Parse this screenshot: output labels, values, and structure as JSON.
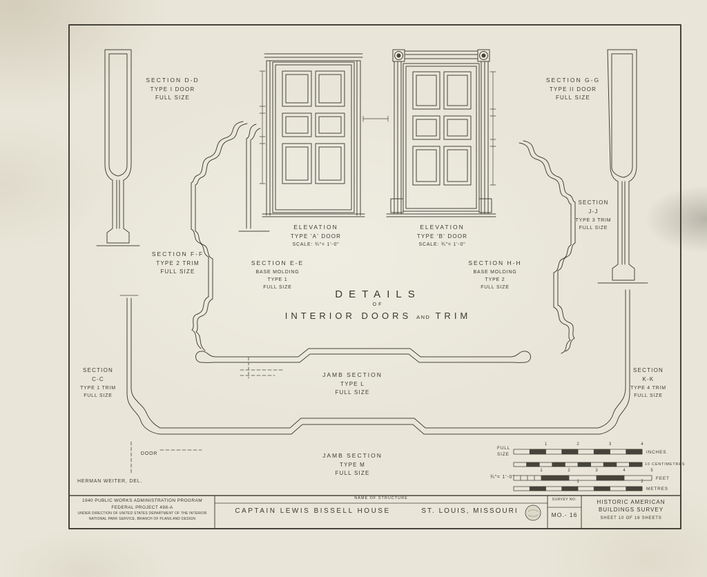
{
  "annotations": {
    "section_dd": [
      "SECTION  D-D",
      "TYPE I DOOR",
      "FULL SIZE"
    ],
    "section_gg": [
      "SECTION  G-G",
      "TYPE II DOOR",
      "FULL SIZE"
    ],
    "elevation_a": [
      "ELEVATION",
      "TYPE 'A' DOOR",
      "SCALE: ¾\"= 1'-0\""
    ],
    "elevation_b": [
      "ELEVATION",
      "TYPE 'B' DOOR",
      "SCALE: ¾\"= 1'-0\""
    ],
    "section_ff": [
      "SECTION  F-F",
      "TYPE 2 TRIM",
      "FULL SIZE"
    ],
    "section_ee": [
      "SECTION E-E",
      "BASE MOLDING",
      "TYPE 1",
      "FULL SIZE"
    ],
    "section_hh": [
      "SECTION H-H",
      "BASE MOLDING",
      "TYPE 2",
      "FULL SIZE"
    ],
    "section_jj": [
      "SECTION",
      "J-J",
      "TYPE 3 TRIM",
      "FULL SIZE"
    ],
    "section_cc": [
      "SECTION",
      "C-C",
      "TYPE 1 TRIM",
      "FULL SIZE"
    ],
    "section_kk": [
      "SECTION",
      "K-K",
      "TYPE 4 TRIM",
      "FULL SIZE"
    ],
    "jamb_l": [
      "JAMB SECTION",
      "TYPE L",
      "FULL SIZE"
    ],
    "jamb_m": [
      "JAMB SECTION",
      "TYPE M",
      "FULL SIZE"
    ],
    "door": "DOOR",
    "delineator": "HERMAN WEITER, DEL."
  },
  "title": {
    "line1": "DETAILS",
    "line2": "OF",
    "line3_a": "INTERIOR  DOORS",
    "line3_and": "AND",
    "line3_b": "TRIM"
  },
  "scale_bars": {
    "label_full_1": "FULL",
    "label_full_2": "SIZE",
    "label_scale": "¾\"= 1'-0\"",
    "inches_numbers": [
      "1",
      "2",
      "3",
      "4"
    ],
    "inches_unit": "INCHES",
    "cm_unit": "10 CENTIMETRES",
    "feet_numbers": [
      "1",
      "2",
      "3",
      "4",
      "5"
    ],
    "feet_unit": "FEET",
    "metres_numbers": [
      "1",
      "2"
    ],
    "metres_unit": "METRES"
  },
  "title_block": {
    "program_line1": "1940 PUBLIC WORKS ADMINISTRATION PROGRAM",
    "program_line2": "FEDERAL PROJECT 498-A",
    "program_line3": "UNDER DIRECTION OF UNITED STATES DEPARTMENT OF THE INTERIOR",
    "program_line4": "NATIONAL PARK SERVICE, BRANCH OF PLANS AND DESIGN",
    "name_of_structure_label": "NAME OF STRUCTURE",
    "structure_name": "CAPTAIN  LEWIS  BISSELL  HOUSE",
    "structure_location": "ST. LOUIS,  MISSOURI",
    "survey_no_label": "SURVEY NO.",
    "survey_no": "MO.- 16",
    "agency_line1": "HISTORIC AMERICAN",
    "agency_line2": "BUILDINGS SURVEY",
    "sheet_info": "SHEET 10 OF 16 SHEETS"
  },
  "colors": {
    "paper": "#e9e6d9",
    "ink": "#45433a"
  }
}
